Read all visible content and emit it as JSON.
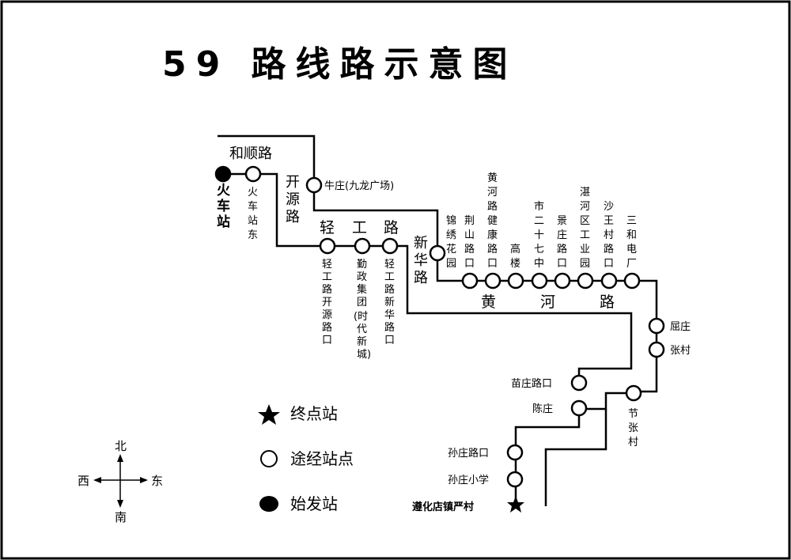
{
  "title": "59 路线路示意图",
  "roads": {
    "heshun": "和顺路",
    "kaiyuan": [
      "开",
      "源",
      "路"
    ],
    "qinggong": [
      "轻",
      "工",
      "路"
    ],
    "xinhua": [
      "新",
      "华",
      "路"
    ],
    "huanghe": [
      "黄",
      "河",
      "路"
    ]
  },
  "stations": {
    "start": [
      "火",
      "车",
      "站"
    ],
    "huochezhan_dong": [
      "火",
      "车",
      "站",
      "东"
    ],
    "niuzhuang": "牛庄(九龙广场)",
    "qinggong_kaiyuan": [
      "轻",
      "工",
      "路",
      "开",
      "源",
      "路",
      "口"
    ],
    "qinzheng": [
      "勤",
      "政",
      "集",
      "团",
      "(时",
      "代",
      "新",
      "城)"
    ],
    "qinggong_xinhua": [
      "轻",
      "工",
      "路",
      "新",
      "华",
      "路",
      "口"
    ],
    "jinxiu": [
      "锦",
      "绣",
      "花",
      "园"
    ],
    "jingshan": [
      "荆",
      "山",
      "路",
      "口"
    ],
    "huanghe_jiankang": [
      "黄",
      "河",
      "路",
      "健",
      "康",
      "路",
      "口"
    ],
    "gaolou": [
      "高",
      "楼"
    ],
    "shi27": [
      "市",
      "二",
      "十",
      "七",
      "中"
    ],
    "jingzhuang": [
      "景",
      "庄",
      "路",
      "口"
    ],
    "zhanhe": [
      "湛",
      "河",
      "区",
      "工",
      "业",
      "园"
    ],
    "shawang": [
      "沙",
      "王",
      "村",
      "路",
      "口"
    ],
    "sanhe": [
      "三",
      "和",
      "电",
      "厂"
    ],
    "quzhuang": "屈庄",
    "zhangcun": "张村",
    "jiezhang": [
      "节",
      "张",
      "村"
    ],
    "miaozhuang": "苗庄路口",
    "chenzhuang": "陈庄",
    "sunzhuang_lukou": "孙庄路口",
    "sunzhuang_xiaoxue": "孙庄小学",
    "terminal": "遵化店镇严村"
  },
  "legend": {
    "terminal": "终点站",
    "stop": "途经站点",
    "start": "始发站"
  },
  "compass": {
    "north": "北",
    "south": "南",
    "east": "东",
    "west": "西"
  },
  "colors": {
    "line": "#000000",
    "background": "#ffffff"
  }
}
